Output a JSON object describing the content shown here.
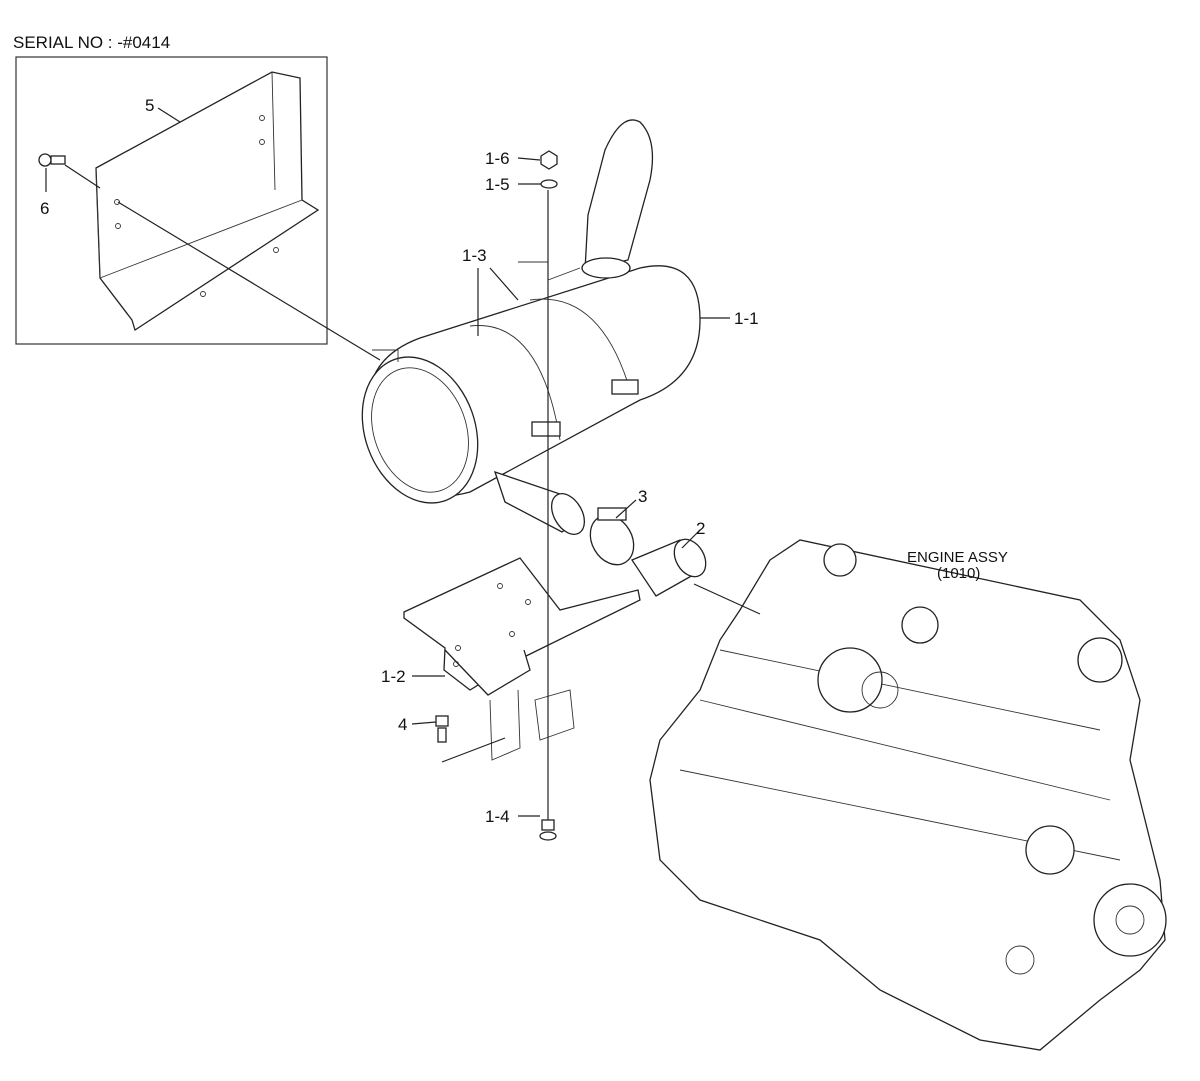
{
  "header": {
    "serial": "SERIAL NO : -#0414"
  },
  "callouts": {
    "p5": "5",
    "p6": "6",
    "p1_6": "1-6",
    "p1_5": "1-5",
    "p1_3": "1-3",
    "p1_1": "1-1",
    "p3": "3",
    "p2": "2",
    "p1_2": "1-2",
    "p4": "4",
    "p1_4": "1-4"
  },
  "engine": {
    "name": "ENGINE ASSY",
    "code": "(1010)"
  }
}
